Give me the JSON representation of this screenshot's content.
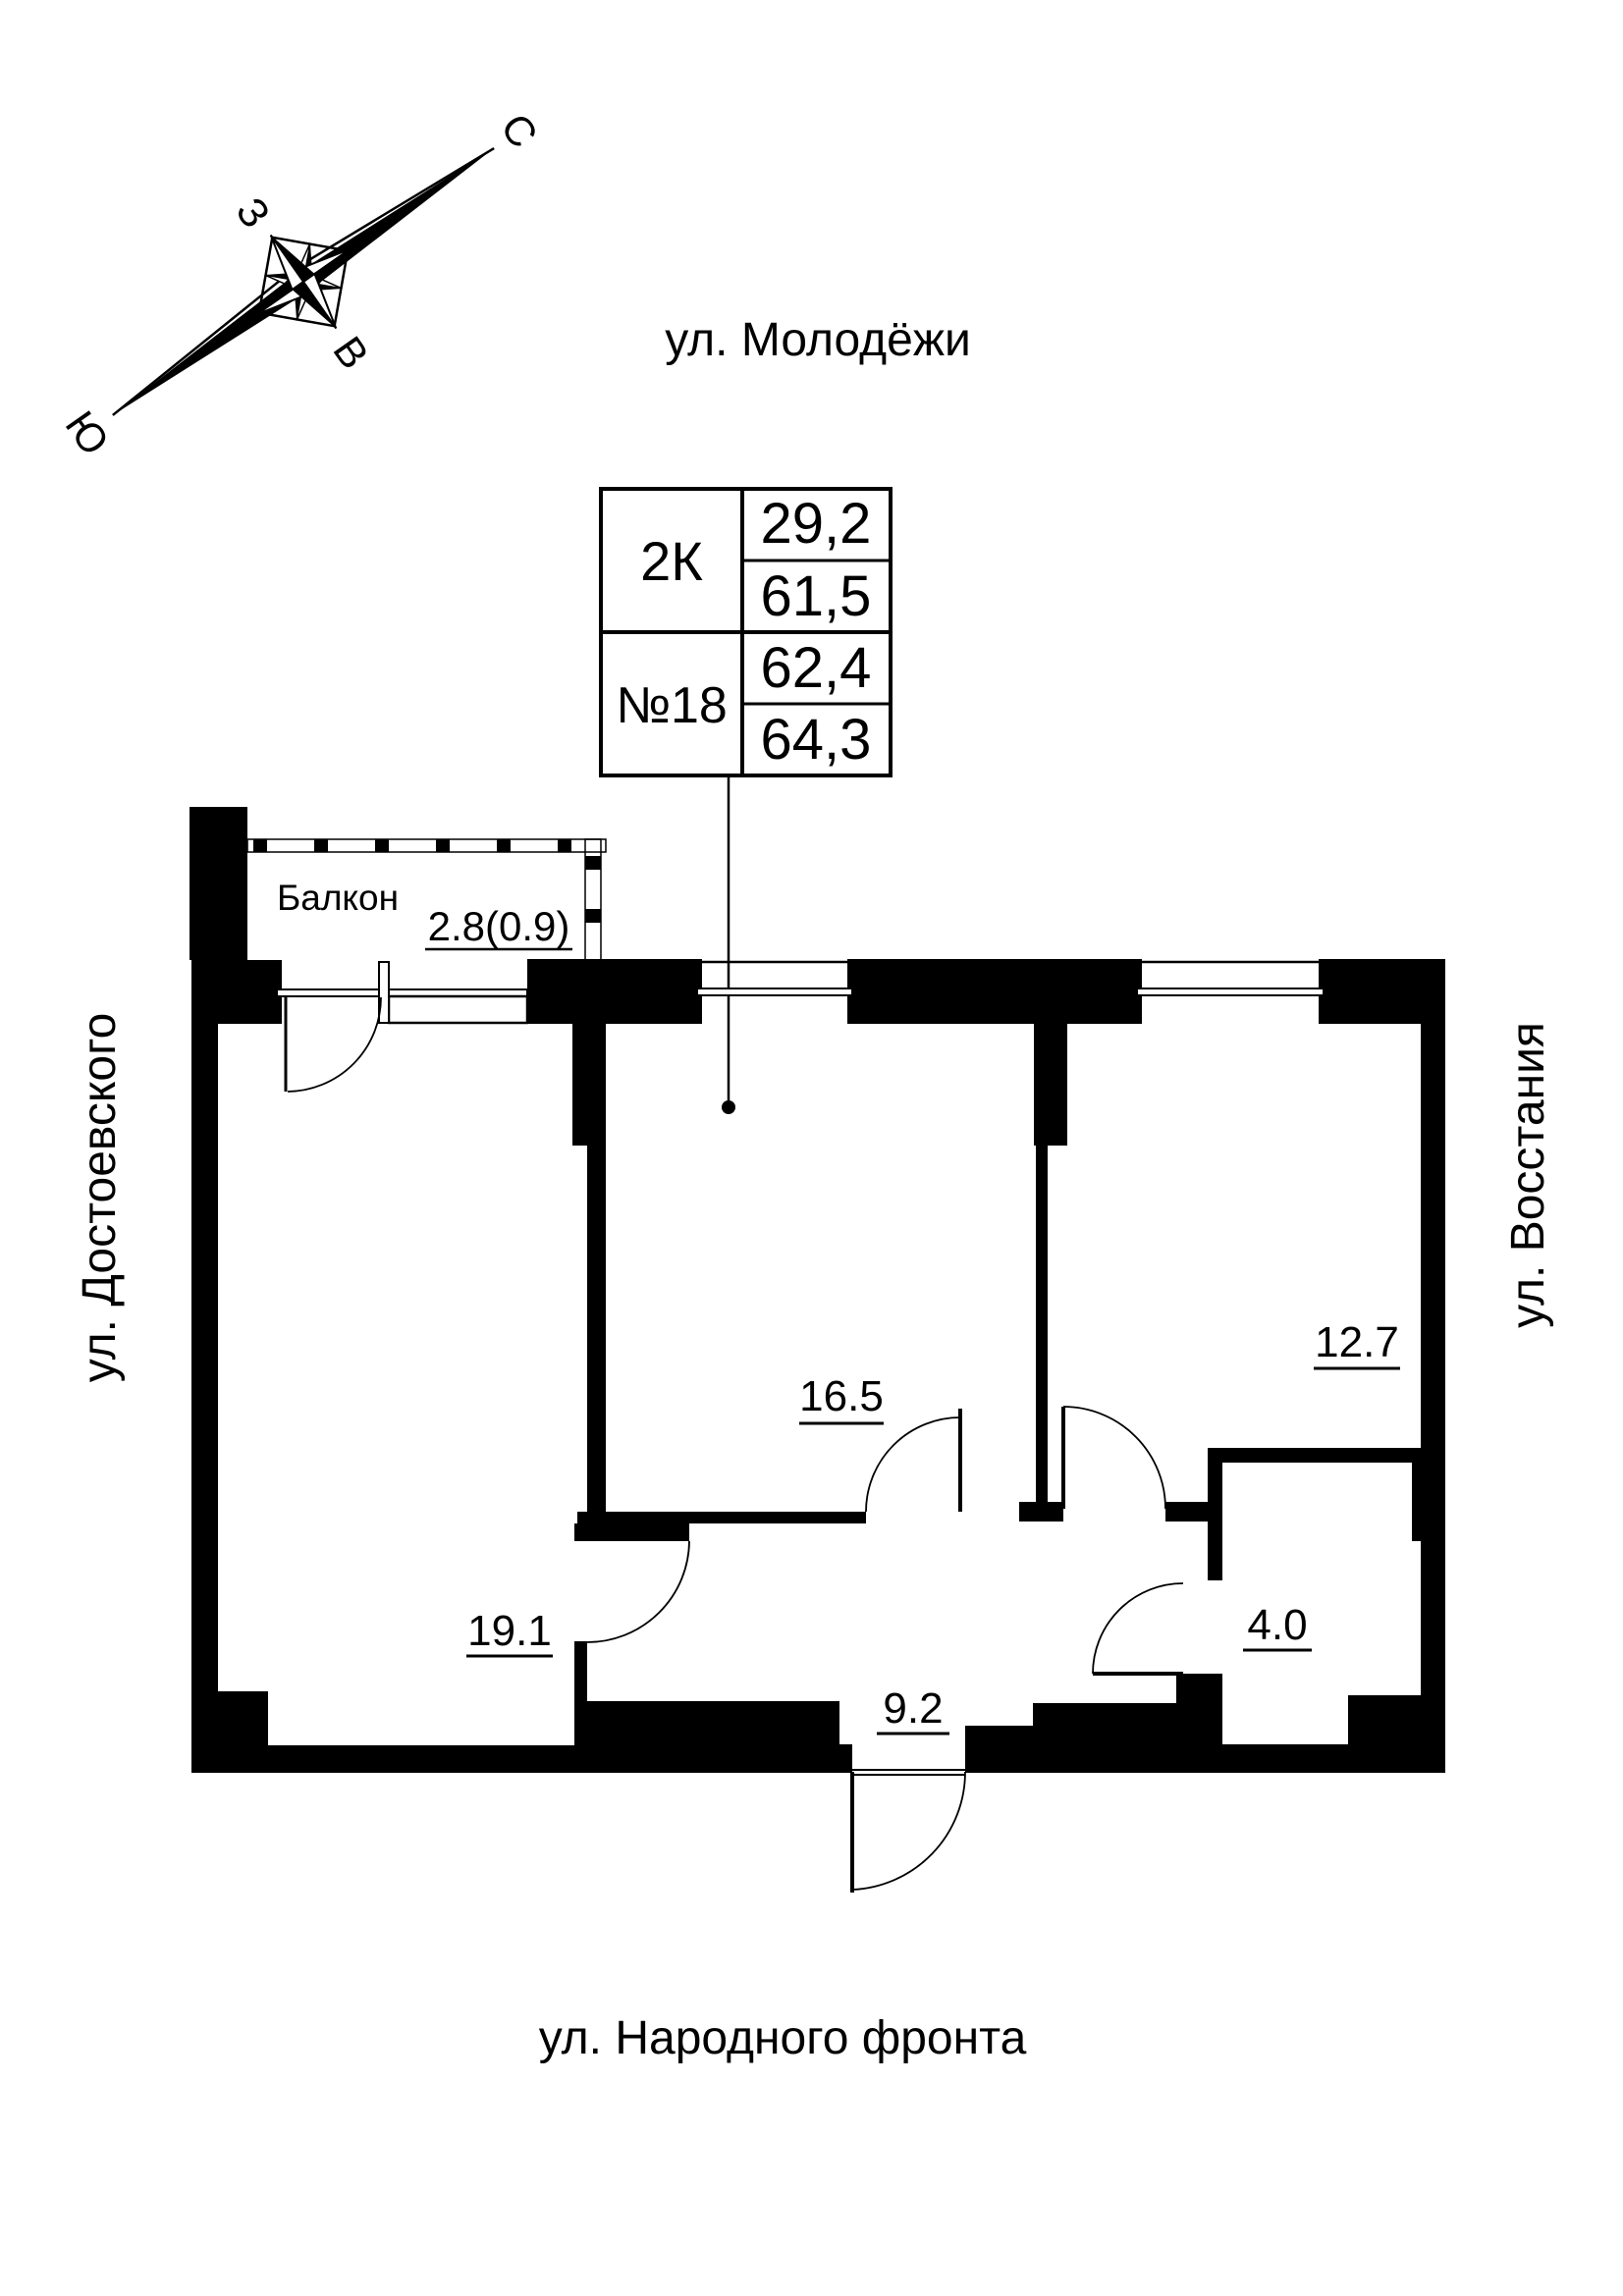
{
  "compass": {
    "north": "С",
    "west": "З",
    "east": "В",
    "south": "Ю"
  },
  "streets": {
    "top": "ул. Молодёжи",
    "left": "ул. Достоевского",
    "right": "ул. Восстания",
    "bottom": "ул. Народного фронта"
  },
  "unit_card": {
    "type": "2К",
    "number": "№18",
    "areas": [
      "29,2",
      "61,5",
      "62,4",
      "64,3"
    ]
  },
  "rooms": {
    "room_19": "19.1",
    "room_16": "16.5",
    "room_12": "12.7",
    "hall": "9.2",
    "bathroom": "4.0",
    "balcony_label": "Балкон",
    "balcony_area": "2.8(0.9)"
  },
  "colors": {
    "ink": "#000000",
    "paper": "#ffffff"
  }
}
